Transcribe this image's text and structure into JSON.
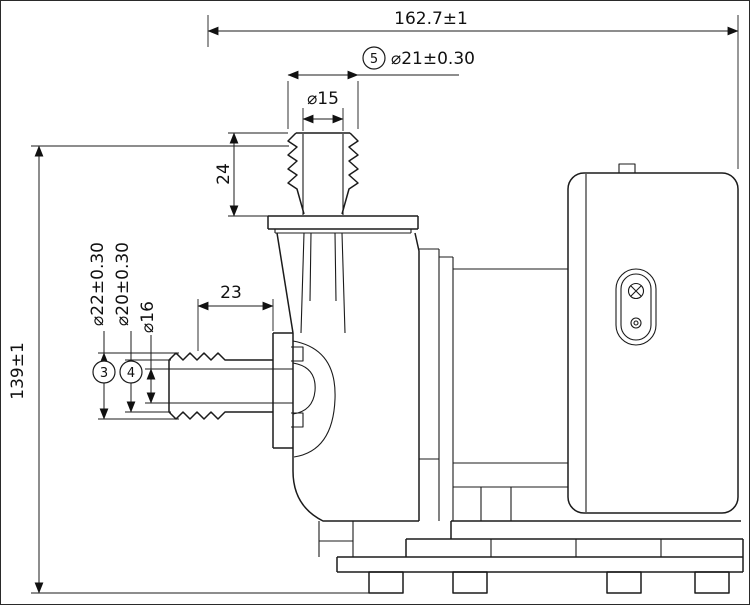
{
  "drawing": {
    "kind": "pump-side-view-technical-drawing",
    "colors": {
      "line": "#1b1b1b",
      "background": "#ffffff"
    },
    "dimensions": {
      "overall_width": "162.7±1",
      "overall_height": "139±1",
      "outlet_diameter": "⌀21±0.30",
      "outlet_diameter_ref": "5",
      "outlet_bore_diameter": "⌀15",
      "outlet_height": "24",
      "inlet_length": "23",
      "inlet_barb_diameter": "⌀22±0.30",
      "inlet_barb_ref": "3",
      "inlet_pipe_diameter": "⌀20±0.30",
      "inlet_pipe_ref": "4",
      "inlet_bore_diameter": "⌀16"
    }
  }
}
